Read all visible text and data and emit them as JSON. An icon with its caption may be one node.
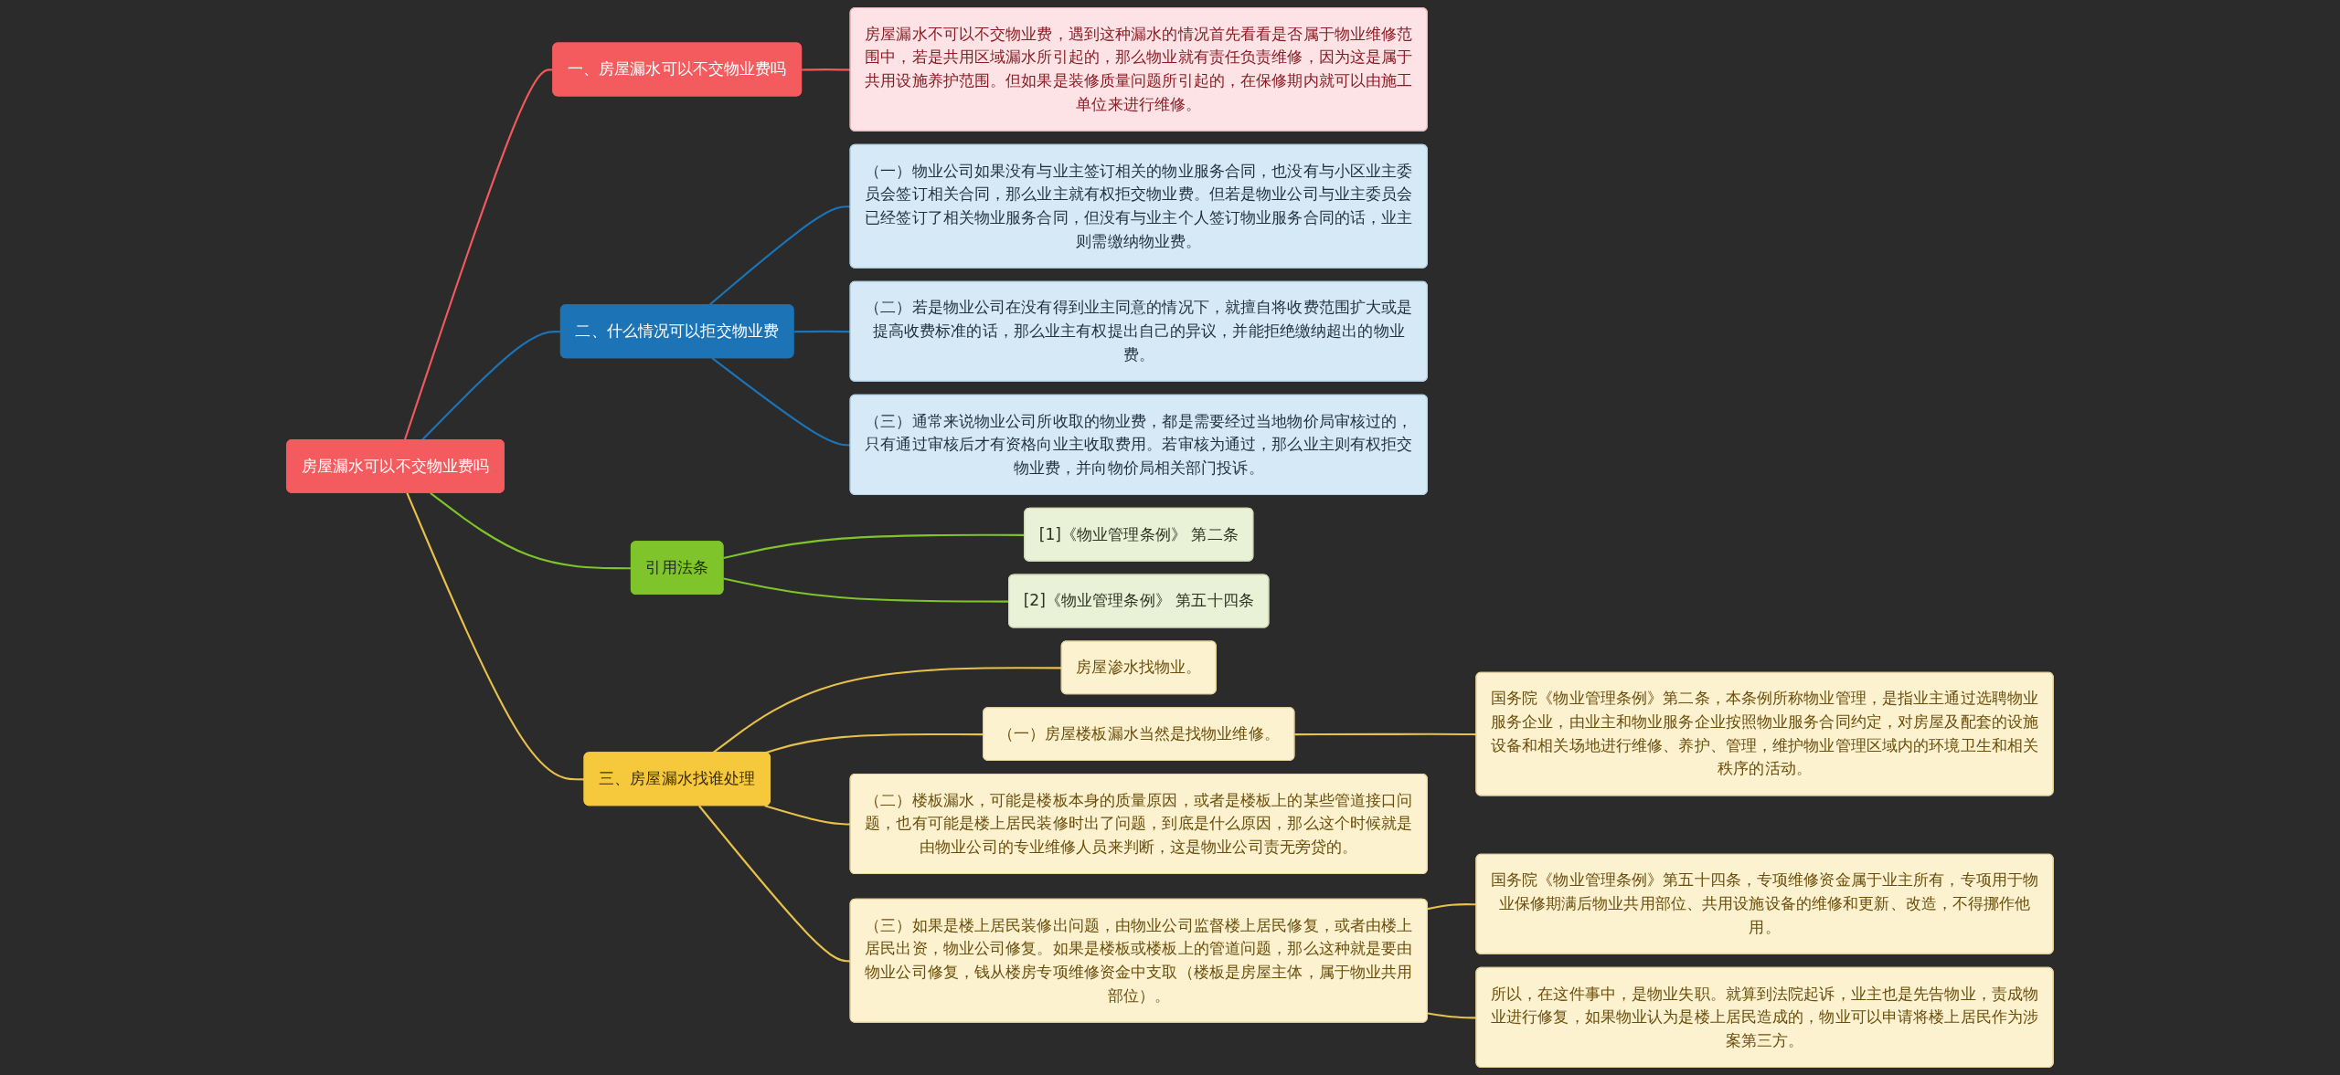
{
  "diagram": {
    "nodes": [
      {
        "text": [
          "房屋漏水可以不交物业费吗"
        ]
      },
      {
        "text": [
          "一、房屋漏水可以不交物业费吗"
        ]
      },
      {
        "text": [
          "房屋漏水不可以不交物业费，遇到这种漏水的情况首先看看是否属于物业维修范围中，若是共用区域漏水所引起的，那么物业就有责任负责维修，因为这是属于共用设施养护范围。但如果是装修质量问题所引起的，在保修期内就可以由施工单位来进行维修。"
        ]
      },
      {
        "text": [
          "二、什么情况可以拒交物业费"
        ]
      },
      {
        "text": [
          "（一）物业公司如果没有与业主签订相关的物业服务合同，也没有与小区业主委员会签订相关合同，那么业主就有权拒交物业费。但若是物业公司与业主委员会已经签订了相关物业服务合同，但没有与业主个人签订物业服务合同的话，业主则需缴纳物业费。"
        ]
      },
      {
        "text": [
          "（二）若是物业公司在没有得到业主同意的情况下，就擅自将收费范围扩大或是提高收费标准的话，那么业主有权提出自己的异议，并能拒绝缴纳超出的物业费。"
        ]
      },
      {
        "text": [
          "（三）通常来说物业公司所收取的物业费，都是需要经过当地物价局审核过的，只有通过审核后才有资格向业主收取费用。若审核为通过，那么业主则有权拒交物业费，并向物价局相关部门投诉。"
        ]
      },
      {
        "text": [
          "引用法条"
        ]
      },
      {
        "text": [
          "[1]《物业管理条例》 第二条"
        ]
      },
      {
        "text": [
          "[2]《物业管理条例》 第五十四条"
        ]
      },
      {
        "text": [
          "三、房屋漏水找谁处理"
        ]
      },
      {
        "text": [
          "房屋渗水找物业。"
        ]
      },
      {
        "text": [
          "（一）房屋楼板漏水当然是找物业维修。"
        ]
      },
      {
        "text": [
          "国务院《物业管理条例》第二条，本条例所称物业管理，是指业主通过选聘物业服务企业，由业主和物业服务企业按照物业服务合同约定，对房屋及配套的设施设备和相关场地进行维修、养护、管理，维护物业管理区域内的环境卫生和相关秩序的活动。"
        ]
      },
      {
        "text": [
          "（二）楼板漏水，可能是楼板本身的质量原因，或者是楼板上的某些管道接口问题，也有可能是楼上居民装修时出了问题，到底是什么原因，那么这个时候就是由物业公司的专业维修人员来判断，这是物业公司责无旁贷的。"
        ]
      },
      {
        "text": [
          "（三）如果是楼上居民装修出问题，由物业公司监督楼上居民修复，或者由楼上居民出资，物业公司修复。如果是楼板或楼板上的管道问题，那么这种就是要由物业公司修复，钱从楼房专项维修资金中支取（楼板是房屋主体，属于物业共用部位）。"
        ]
      },
      {
        "text": [
          "国务院《物业管理条例》第五十四条，专项维修资金属于业主所有，专项用于物业保修期满后物业共用部位、共用设施设备的维修和更新、改造，不得挪作他用。"
        ]
      },
      {
        "text": [
          "所以，在这件事中，是物业失职。就算到法院起诉，业主也是先告物业，责成物业进行修复，如果物业认为是楼上居民造成的，物业可以申请将楼上居民作为涉案第三方。"
        ]
      }
    ],
    "edges": [
      {
        "from": 0,
        "to": 1,
        "arrow": "none",
        "color": "#f05a5e"
      },
      {
        "from": 1,
        "to": 2,
        "arrow": "none",
        "color": "#f05a5e"
      },
      {
        "from": 0,
        "to": 3,
        "arrow": "none",
        "color": "#1b74b8"
      },
      {
        "from": 3,
        "to": 4,
        "arrow": "none",
        "color": "#1b74b8"
      },
      {
        "from": 3,
        "to": 5,
        "arrow": "none",
        "color": "#1b74b8"
      },
      {
        "from": 3,
        "to": 6,
        "arrow": "none",
        "color": "#1b74b8"
      },
      {
        "from": 0,
        "to": 7,
        "arrow": "none",
        "color": "#7ec42a"
      },
      {
        "from": 7,
        "to": 8,
        "arrow": "none",
        "color": "#7ec42a"
      },
      {
        "from": 7,
        "to": 9,
        "arrow": "none",
        "color": "#7ec42a"
      },
      {
        "from": 0,
        "to": 10,
        "arrow": "none"
      },
      {
        "from": 10,
        "to": 11,
        "arrow": "none"
      },
      {
        "from": 10,
        "to": 12,
        "arrow": "none"
      },
      {
        "from": 12,
        "to": 13,
        "arrow": "none"
      },
      {
        "from": 10,
        "to": 14,
        "arrow": "none"
      },
      {
        "from": 10,
        "to": 15,
        "arrow": "none"
      },
      {
        "from": 15,
        "to": 16,
        "arrow": "none"
      },
      {
        "from": 15,
        "to": 17,
        "arrow": "none"
      }
    ]
  }
}
